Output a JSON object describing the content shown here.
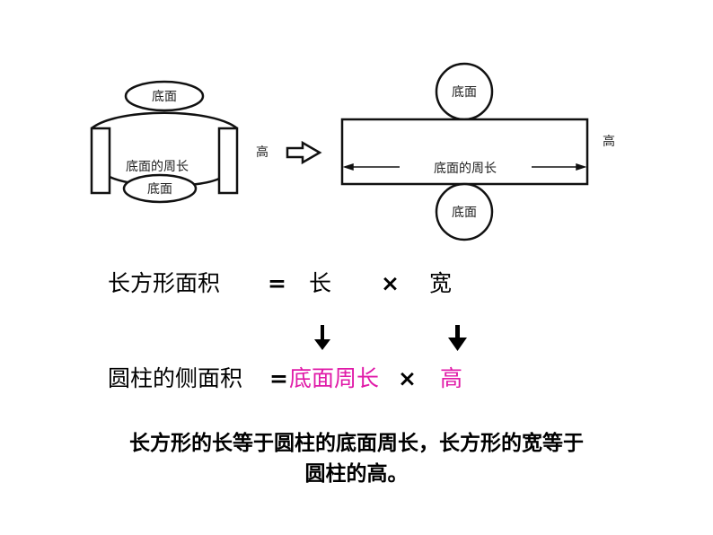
{
  "diagram": {
    "cylinder": {
      "top_base_label": "底面",
      "bottom_base_label": "底面",
      "side_label": "底面的周长",
      "height_label": "高"
    },
    "arrow_icon": "hollow-right-arrow",
    "net": {
      "top_base_label": "底面",
      "bottom_base_label": "底面",
      "length_label": "底面的周长",
      "height_label": "高"
    }
  },
  "formula_rect": {
    "lhs": "长方形面积",
    "equals": "=",
    "length": "长",
    "times": "×",
    "width": "宽"
  },
  "formula_cylinder": {
    "lhs": "圆柱的侧面积",
    "equals": "=",
    "base_circumference": "底面周长",
    "times": "×",
    "height": "高"
  },
  "colors": {
    "highlight": "#e01aa8",
    "text": "#000000"
  },
  "conclusion": {
    "line1": "长方形的长等于圆柱的底面周长，长方形的宽等于",
    "line2": "圆柱的高。"
  }
}
